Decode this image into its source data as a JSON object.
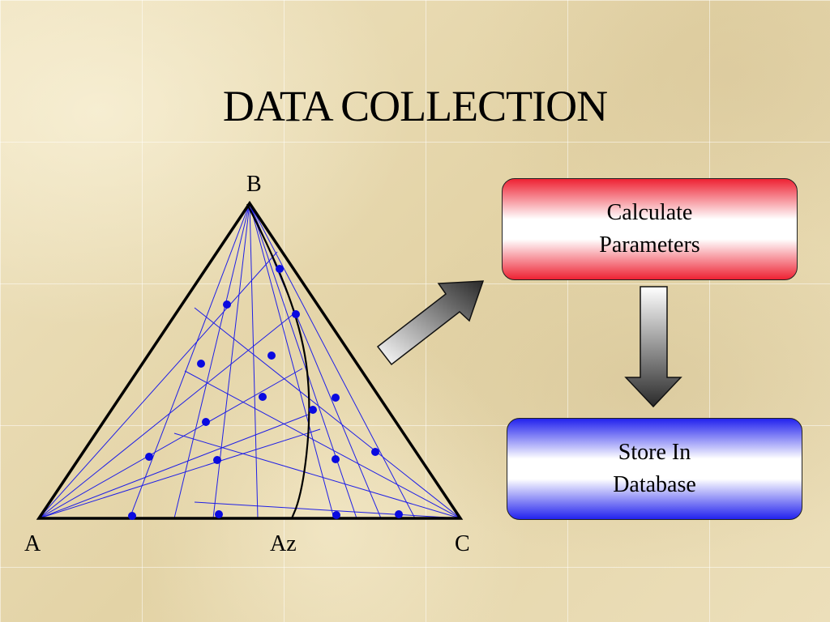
{
  "slide": {
    "title": "DATA COLLECTION"
  },
  "triangle": {
    "vertex_labels": {
      "top": "B",
      "left": "A",
      "right": "C",
      "base_mid": "Az"
    }
  },
  "flow": {
    "calculate_box": {
      "line1": "Calculate",
      "line2": "Parameters"
    },
    "store_box": {
      "line1": "Store In",
      "line2": "Database"
    }
  },
  "colors": {
    "tie_lines": "#1f1fe6",
    "points": "#0a0ae0",
    "calculate_box_accent": "#ee2233",
    "store_box_accent": "#2222ee"
  }
}
